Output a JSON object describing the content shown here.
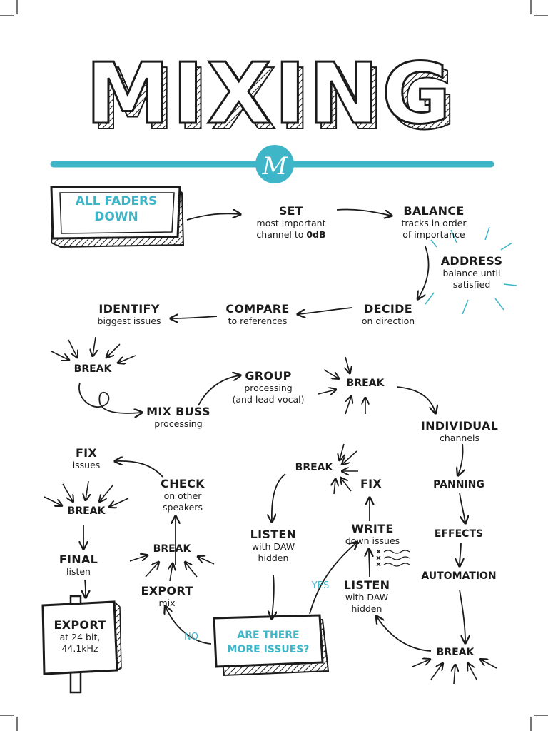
{
  "title": "MIXING",
  "logo_letter": "M",
  "colors": {
    "accent": "#3fb5c8",
    "ink": "#1b1b1b"
  },
  "start_box": {
    "line1": "ALL FADERS",
    "line2": "DOWN"
  },
  "steps": {
    "set": {
      "title": "SET",
      "line1": "most important",
      "line2a": "channel to ",
      "line2b": "0dB"
    },
    "balance": {
      "title": "BALANCE",
      "line1": "tracks in order",
      "line2": "of importance"
    },
    "address": {
      "title": "ADDRESS",
      "line1": "balance until",
      "line2": "satisfied"
    },
    "decide": {
      "title": "DECIDE",
      "line1": "on direction"
    },
    "compare": {
      "title": "COMPARE",
      "line1": "to references"
    },
    "identify": {
      "title": "IDENTIFY",
      "line1": "biggest issues"
    },
    "break1": {
      "title": "BREAK"
    },
    "mix_buss": {
      "title": "MIX BUSS",
      "line1": "processing"
    },
    "group": {
      "title": "GROUP",
      "line1": "processing",
      "line2": "(and lead vocal)"
    },
    "break2": {
      "title": "BREAK"
    },
    "individual": {
      "title": "INDIVIDUAL",
      "line1": "channels"
    },
    "panning": {
      "title": "PANNING"
    },
    "effects": {
      "title": "EFFECTS"
    },
    "automation": {
      "title": "AUTOMATION"
    },
    "break3": {
      "title": "BREAK"
    },
    "listen_right": {
      "title": "LISTEN",
      "line1": "with DAW",
      "line2": "hidden"
    },
    "write": {
      "title": "WRITE",
      "line1": "down issues"
    },
    "fix_right": {
      "title": "FIX"
    },
    "break4": {
      "title": "BREAK"
    },
    "listen_left": {
      "title": "LISTEN",
      "line1": "with DAW",
      "line2": "hidden"
    },
    "question": {
      "line1": "ARE THERE",
      "line2": "MORE ISSUES?"
    },
    "yes": "YES",
    "no": "NO",
    "export_mix": {
      "title": "EXPORT",
      "line1": "mix"
    },
    "break5": {
      "title": "BREAK"
    },
    "check": {
      "title": "CHECK",
      "line1": "on other",
      "line2": "speakers"
    },
    "fix_left": {
      "title": "FIX",
      "line1": "issues"
    },
    "break6": {
      "title": "BREAK"
    },
    "final": {
      "title": "FINAL",
      "line1": "listen"
    },
    "export_final": {
      "title": "EXPORT",
      "line1": "at 24 bit,",
      "line2": "44.1kHz"
    }
  }
}
